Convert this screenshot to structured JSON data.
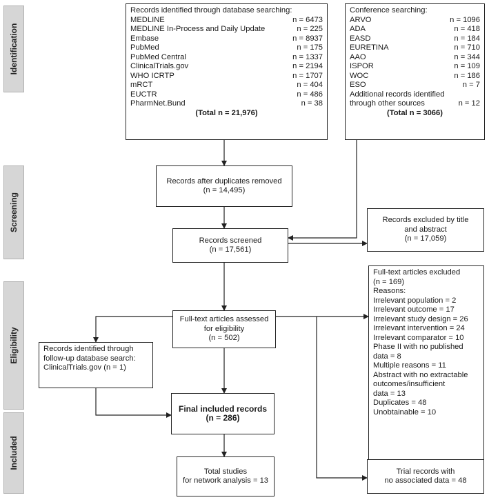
{
  "phases": {
    "identification": "Identification",
    "screening": "Screening",
    "eligibility": "Eligibility",
    "included": "Included"
  },
  "database_search": {
    "heading": "Records identified through database searching:",
    "sources": [
      {
        "name": "MEDLINE",
        "count": "n = 6473"
      },
      {
        "name": "MEDLINE In-Process and Daily Update",
        "count": "n = 225"
      },
      {
        "name": "Embase",
        "count": "n = 8937"
      },
      {
        "name": "PubMed",
        "count": "n = 175"
      },
      {
        "name": "PubMed Central",
        "count": "n = 1337"
      },
      {
        "name": "ClinicalTrials.gov",
        "count": "n = 2194"
      },
      {
        "name": "WHO ICRTP",
        "count": "n = 1707"
      },
      {
        "name": "mRCT",
        "count": "n = 404"
      },
      {
        "name": "EUCTR",
        "count": "n = 486"
      },
      {
        "name": "PharmNet.Bund",
        "count": "n = 38"
      }
    ],
    "total": "(Total n = 21,976)"
  },
  "conference_search": {
    "heading": "Conference searching:",
    "sources": [
      {
        "name": "ARVO",
        "count": "n = 1096"
      },
      {
        "name": "ADA",
        "count": "n = 418"
      },
      {
        "name": "EASD",
        "count": "n = 184"
      },
      {
        "name": "EURETINA",
        "count": "n = 710"
      },
      {
        "name": "AAO",
        "count": "n = 344"
      },
      {
        "name": "ISPOR",
        "count": "n = 109"
      },
      {
        "name": "WOC",
        "count": "n = 186"
      },
      {
        "name": "ESO",
        "count": "n = 7"
      }
    ],
    "additional_line1": "Additional records identified",
    "additional_line2": "through other sources",
    "additional_count": "n = 12",
    "total": "(Total n = 3066)"
  },
  "duplicates_removed": {
    "line1": "Records after duplicates removed",
    "line2": "(n = 14,495)"
  },
  "screened": {
    "line1": "Records screened",
    "line2": "(n = 17,561)"
  },
  "excluded_title": {
    "line1": "Records excluded by title",
    "line2": "and abstract",
    "line3": "(n = 17,059)"
  },
  "fulltext_assessed": {
    "line1": "Full-text articles assessed",
    "line2": "for eligibility",
    "line3": "(n = 502)"
  },
  "fulltext_excluded": {
    "line1": "Full-text articles excluded",
    "line2": "(n = 169)",
    "reasons_heading": "Reasons:",
    "reasons": [
      "Irrelevant population = 2",
      "Irrelevant outcome = 17",
      "Irrelevant study design = 26",
      "Irrelevant intervention = 24",
      "Irrelevant comparator = 10",
      "Phase II with no published",
      "data = 8",
      "Multiple reasons = 11",
      "Abstract with no extractable",
      "outcomes/insufficient",
      "data = 13",
      "Duplicates = 48",
      "Unobtainable = 10"
    ]
  },
  "followup": {
    "line1": "Records identified through",
    "line2": "follow-up database search:",
    "line3": "ClinicalTrials.gov (n = 1)"
  },
  "final_included": {
    "line1": "Final included records",
    "line2": "(n = 286)"
  },
  "total_studies": {
    "line1": "Total studies",
    "line2": "for network analysis = 13"
  },
  "trial_records": {
    "line1": "Trial records with",
    "line2": "no associated data = 48"
  }
}
